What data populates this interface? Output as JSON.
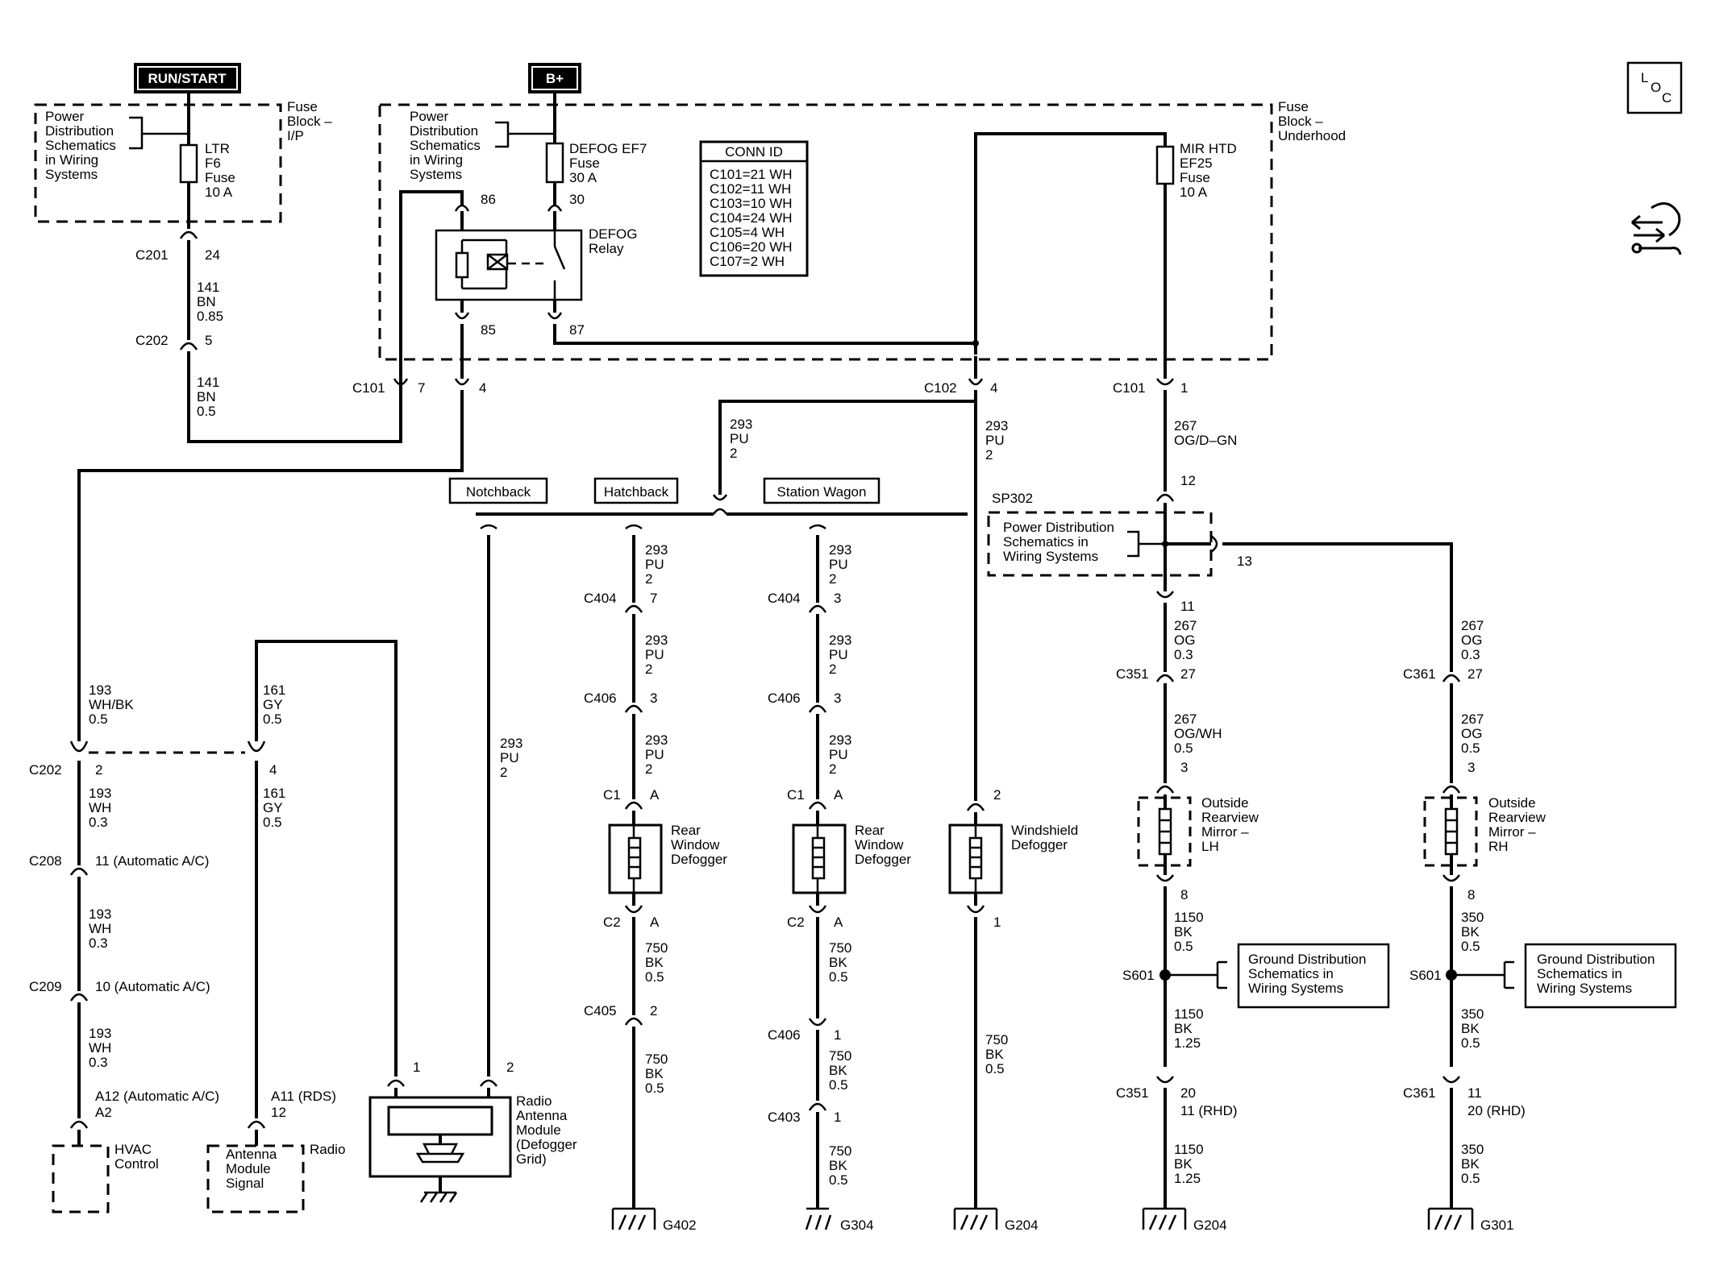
{
  "headers": {
    "run_start": "RUN/START",
    "b_plus": "B+"
  },
  "loc_icon": {
    "l": "L",
    "o": "O",
    "c": "C"
  },
  "fuse_block_ip": [
    "Fuse",
    "Block –",
    "I/P"
  ],
  "fuse_block_underhood": [
    "Fuse",
    "Block –",
    "Underhood"
  ],
  "pds_1": [
    "Power",
    "Distribution",
    "Schematics",
    "in Wiring",
    "Systems"
  ],
  "pds_2": [
    "Power",
    "Distribution",
    "Schematics",
    "in Wiring",
    "Systems"
  ],
  "ltr_fuse": [
    "LTR",
    "F6",
    "Fuse",
    "10 A"
  ],
  "defog_fuse": [
    "DEFOG EF7",
    "Fuse",
    "30 A"
  ],
  "mir_fuse": [
    "MIR HTD",
    "EF25",
    "Fuse",
    "10 A"
  ],
  "relay": {
    "label": [
      "DEFOG",
      "Relay"
    ],
    "p86": "86",
    "p30": "30",
    "p85": "85",
    "p87": "87"
  },
  "conn_id": {
    "title": "CONN ID",
    "rows": [
      "C101=21 WH",
      "C102=11 WH",
      "C103=10 WH",
      "C104=24 WH",
      "C105=4 WH",
      "C106=20 WH",
      "C107=2 WH"
    ]
  },
  "left": {
    "c201": "C201",
    "c201_pin": "24",
    "w141a": [
      "141",
      "BN",
      "0.85"
    ],
    "c202": "C202",
    "c202_pin": "5",
    "w141b": [
      "141",
      "BN",
      "0.5"
    ],
    "c101": "C101",
    "c101_p7": "7",
    "c101_p4": "4",
    "w193a": [
      "193",
      "WH/BK",
      "0.5"
    ],
    "w161a": [
      "161",
      "GY",
      "0.5"
    ],
    "c202b": "C202",
    "c202b_p2": "2",
    "c202b_p4": "4",
    "w193b": [
      "193",
      "WH",
      "0.3"
    ],
    "w161b": [
      "161",
      "GY",
      "0.5"
    ],
    "c208": "C208",
    "c208_pin": "11 (Automatic A/C)",
    "w193c": [
      "193",
      "WH",
      "0.3"
    ],
    "c209": "C209",
    "c209_pin": "10 (Automatic A/C)",
    "w193d": [
      "193",
      "WH",
      "0.3"
    ],
    "hvac_pin": [
      "A12 (Automatic A/C)",
      "A2"
    ],
    "hvac": [
      "HVAC",
      "Control"
    ],
    "radio_pin": [
      "A11 (RDS)",
      "12"
    ],
    "antenna_signal": [
      "Antenna",
      "Module",
      "Signal"
    ],
    "radio": "Radio"
  },
  "ram": {
    "p1": "1",
    "p2": "2",
    "w293": [
      "293",
      "PU",
      "2"
    ],
    "label": [
      "Radio",
      "Antenna",
      "Module",
      "(Defogger",
      "Grid)"
    ]
  },
  "variants": {
    "notchback": "Notchback",
    "hatchback": "Hatchback",
    "wagon": "Station Wagon"
  },
  "c102": {
    "name": "C102",
    "pin": "4"
  },
  "w293_top": [
    "293",
    "PU",
    "2"
  ],
  "hatch": {
    "w1": [
      "293",
      "PU",
      "2"
    ],
    "c404": "C404",
    "c404_pin": "7",
    "w2": [
      "293",
      "PU",
      "2"
    ],
    "c406": "C406",
    "c406_pin": "3",
    "w3": [
      "293",
      "PU",
      "2"
    ],
    "c1": "C1",
    "c1_pin": "A",
    "label": [
      "Rear",
      "Window",
      "Defogger"
    ],
    "c2": "C2",
    "c2_pin": "A",
    "w4": [
      "750",
      "BK",
      "0.5"
    ],
    "c405": "C405",
    "c405_pin": "2",
    "w5": [
      "750",
      "BK",
      "0.5"
    ],
    "ground": "G402"
  },
  "wagon": {
    "w1": [
      "293",
      "PU",
      "2"
    ],
    "c404": "C404",
    "c404_pin": "3",
    "w2": [
      "293",
      "PU",
      "2"
    ],
    "c406": "C406",
    "c406_pin": "3",
    "w3": [
      "293",
      "PU",
      "2"
    ],
    "c1": "C1",
    "c1_pin": "A",
    "label": [
      "Rear",
      "Window",
      "Defogger"
    ],
    "c2": "C2",
    "c2_pin": "A",
    "w4": [
      "750",
      "BK",
      "0.5"
    ],
    "c406b": "C406",
    "c406b_pin": "1",
    "w5": [
      "750",
      "BK",
      "0.5"
    ],
    "c403": "C403",
    "c403_pin": "1",
    "w6": [
      "750",
      "BK",
      "0.5"
    ],
    "ground": "G304"
  },
  "windshield": {
    "w": [
      "293",
      "PU",
      "2"
    ],
    "p2": "2",
    "p1": "1",
    "label": [
      "Windshield",
      "Defogger"
    ],
    "wg": [
      "750",
      "BK",
      "0.5"
    ],
    "ground": "G204"
  },
  "mirror_lh": {
    "c101": "C101",
    "c101_pin": "1",
    "w1": [
      "267",
      "OG/D–GN"
    ],
    "sp_top_pin": "12",
    "sp302": "SP302",
    "pds": [
      "Power Distribution",
      "Schematics in",
      "Wiring Systems"
    ],
    "sp_pin13": "13",
    "sp_bot_pin": "11",
    "w2": [
      "267",
      "OG",
      "0.3"
    ],
    "c351": "C351",
    "c351_pin": "27",
    "w3": [
      "267",
      "OG/WH",
      "0.5"
    ],
    "p3": "3",
    "label": [
      "Outside",
      "Rearview",
      "Mirror –",
      "LH"
    ],
    "p8": "8",
    "w4": [
      "1150",
      "BK",
      "0.5"
    ],
    "s601": "S601",
    "gds": [
      "Ground Distribution",
      "Schematics in",
      "Wiring Systems"
    ],
    "w5": [
      "1150",
      "BK",
      "1.25"
    ],
    "c351b": "C351",
    "c351b_pins": [
      "20",
      "11 (RHD)"
    ],
    "w6": [
      "1150",
      "BK",
      "1.25"
    ],
    "ground": "G204"
  },
  "mirror_rh": {
    "w1": [
      "267",
      "OG",
      "0.3"
    ],
    "c361": "C361",
    "c361_pin": "27",
    "w2": [
      "267",
      "OG",
      "0.5"
    ],
    "p3": "3",
    "label": [
      "Outside",
      "Rearview",
      "Mirror –",
      "RH"
    ],
    "p8": "8",
    "w3": [
      "350",
      "BK",
      "0.5"
    ],
    "s601": "S601",
    "gds": [
      "Ground Distribution",
      "Schematics in",
      "Wiring Systems"
    ],
    "w4": [
      "350",
      "BK",
      "0.5"
    ],
    "c361b": "C361",
    "c361b_pins": [
      "11",
      "20 (RHD)"
    ],
    "w5": [
      "350",
      "BK",
      "0.5"
    ],
    "ground": "G301"
  },
  "nav_icon": "arrows-wrench-icon"
}
